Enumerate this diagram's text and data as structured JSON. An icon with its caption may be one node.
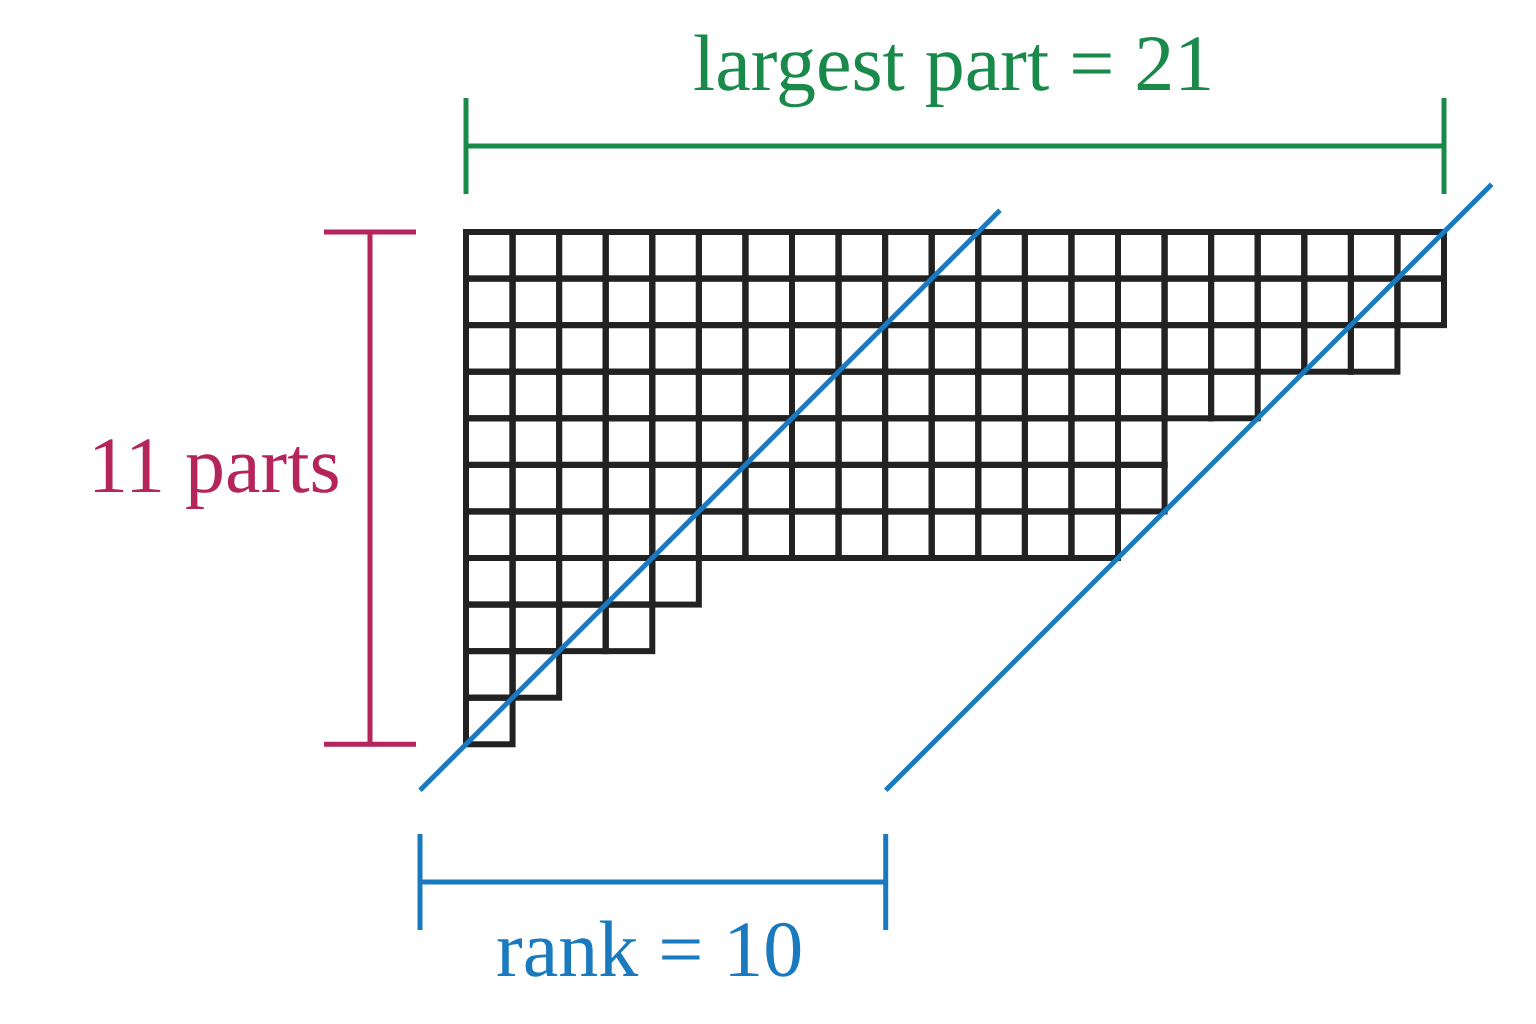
{
  "diagram": {
    "labels": [
      "largest part = 21",
      "11 parts",
      "rank = 10"
    ]
  }
}
